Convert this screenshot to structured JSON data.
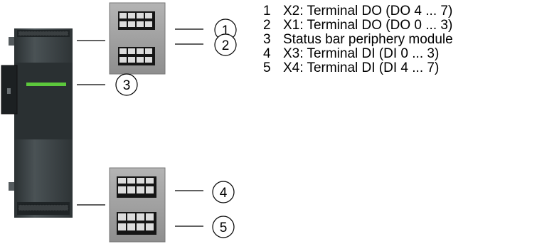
{
  "callouts": [
    "1",
    "2",
    "3",
    "4",
    "5"
  ],
  "legend": [
    {
      "number": "1",
      "text": "X2: Terminal DO (DO 4 ... 7)"
    },
    {
      "number": "2",
      "text": "X1: Terminal DO (DO 0 ... 3)"
    },
    {
      "number": "3",
      "text": "Status bar periphery module"
    },
    {
      "number": "4",
      "text": "X3: Terminal DI (DI 0 ... 3)"
    },
    {
      "number": "5",
      "text": "X4: Terminal DI (DI 4 ... 7)"
    }
  ],
  "colors": {
    "module_body": "#3b4245",
    "module_dark": "#22282a",
    "status_bar": "#5cc83c",
    "terminal_frame": "#a6a6a6",
    "terminal_block": "#1a1a1a",
    "leader_line": "#000000"
  }
}
